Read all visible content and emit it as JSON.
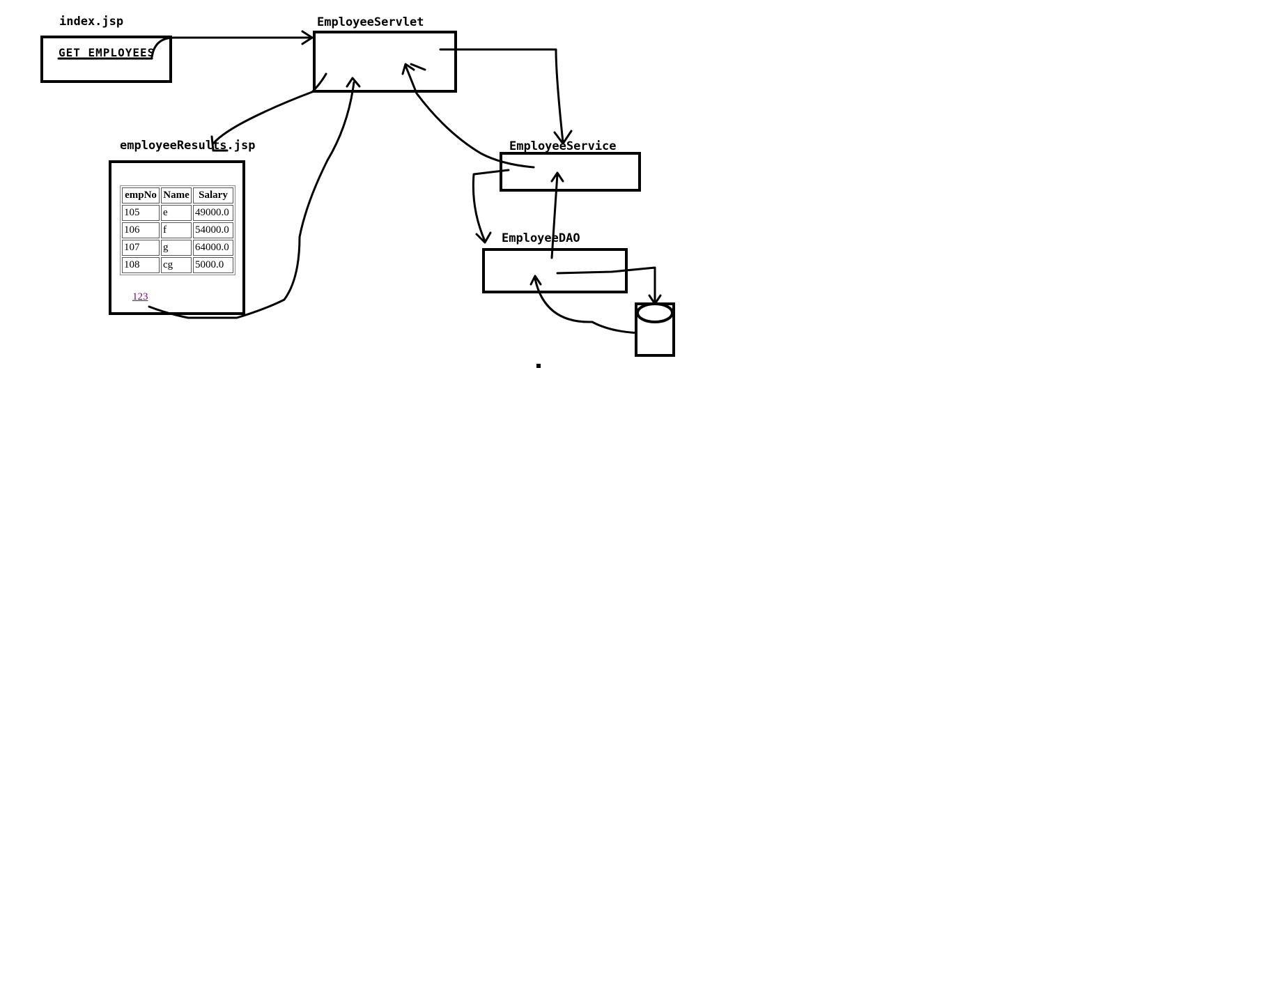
{
  "labels": {
    "index": "index.jsp",
    "servlet": "EmployeeServlet",
    "results": "employeeResults.jsp",
    "service": "EmployeeService",
    "dao": "EmployeeDAO"
  },
  "index_page": {
    "button_label": "GET EMPLOYEES"
  },
  "results_page": {
    "columns": [
      "empNo",
      "Name",
      "Salary"
    ],
    "rows": [
      [
        "105",
        "e",
        "49000.0"
      ],
      [
        "106",
        "f",
        "54000.0"
      ],
      [
        "107",
        "g",
        "64000.0"
      ],
      [
        "108",
        "cg",
        "5000.0"
      ]
    ],
    "link_text": "123"
  },
  "icons": {
    "database": "database-icon"
  }
}
